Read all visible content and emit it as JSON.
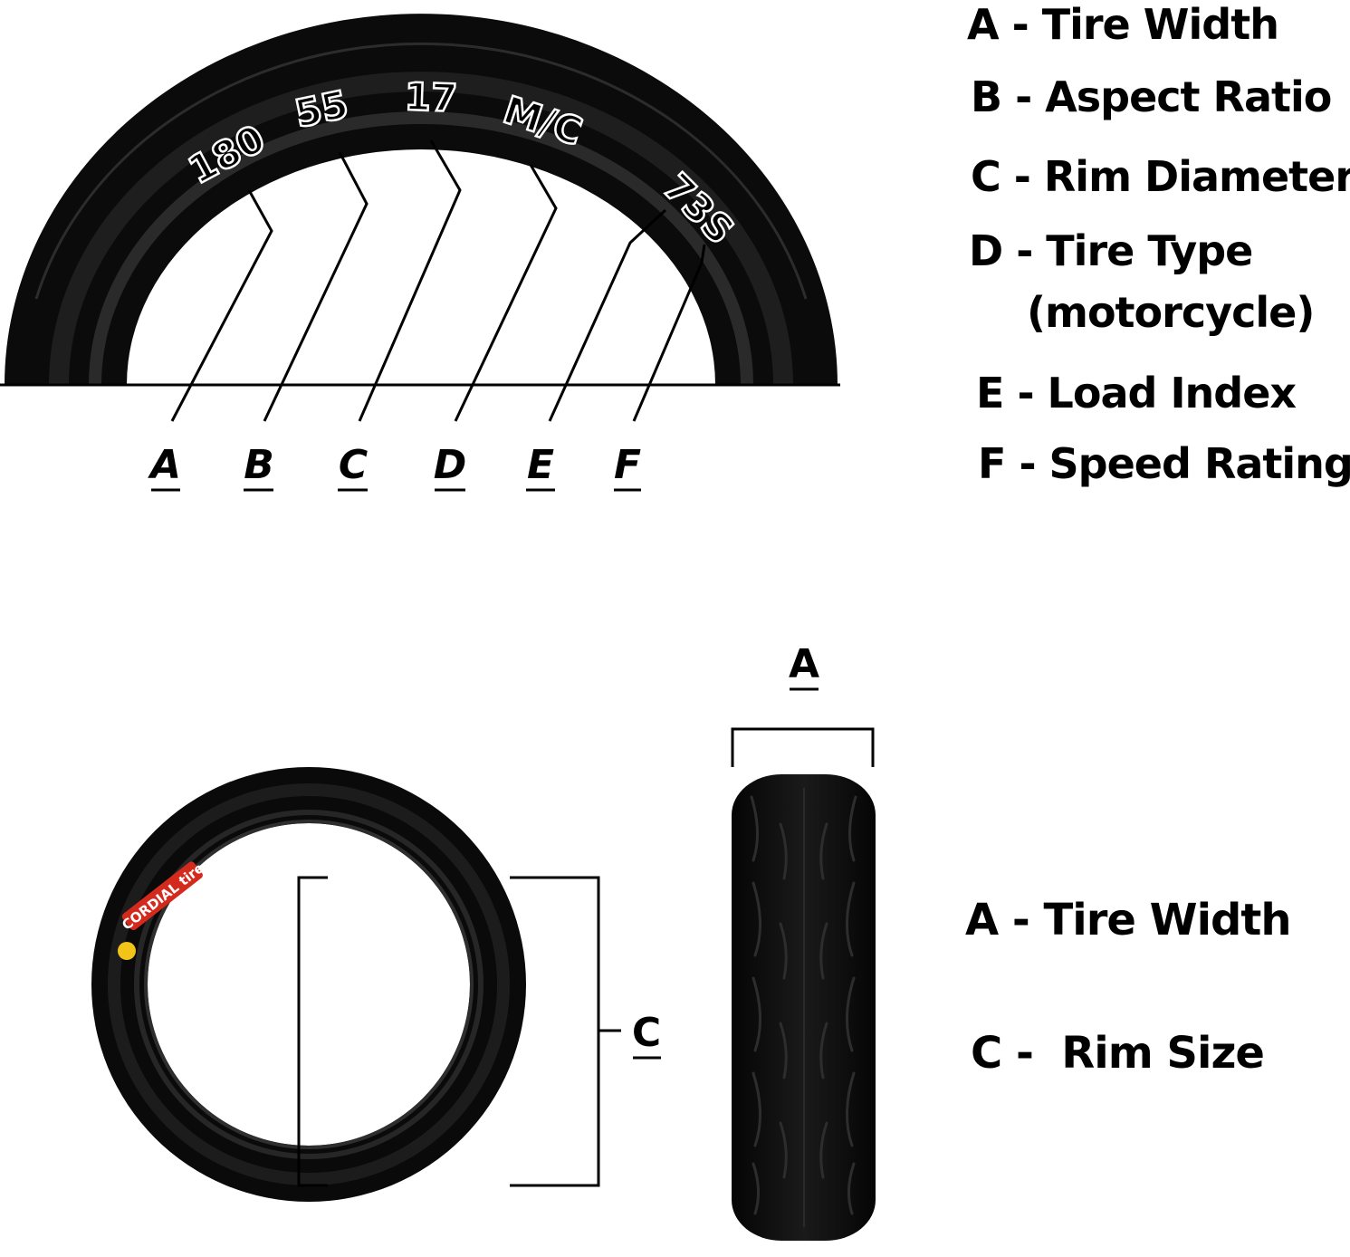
{
  "sidewall": {
    "markings": [
      "180",
      "55",
      "17",
      "M/C",
      "73S"
    ],
    "letters": [
      "A",
      "B",
      "C",
      "D",
      "E",
      "F"
    ]
  },
  "legend_top": [
    "A - Tire Width",
    "B - Aspect Ratio",
    "C - Rim Diameter",
    "D - Tire Type",
    "(motorcycle)",
    "E - Load Index",
    "F - Speed Rating"
  ],
  "bottom": {
    "width_letter": "A",
    "rim_letter": "C",
    "brand_label": "CORDIAL tire"
  },
  "legend_bottom": [
    "A - Tire Width",
    "C -  Rim Size"
  ],
  "colors": {
    "tire": "#0a0a0a",
    "brand_red": "#d42a1e",
    "logo_yellow": "#f2c318"
  }
}
